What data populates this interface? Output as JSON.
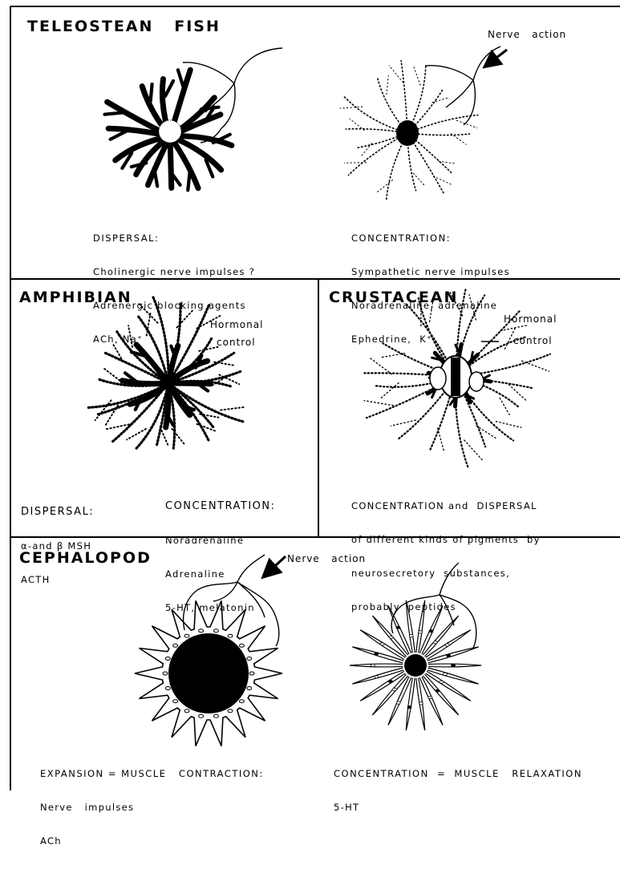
{
  "panels": {
    "teleostean": {
      "title": "TELEOSTEAN   FISH",
      "annotation": "Nerve   action",
      "left_caption": {
        "heading": "DISPERSAL:",
        "lines": [
          "Cholinergic nerve impulses ?",
          "Adrenergic blocking agents",
          "ACh, Na⁺"
        ]
      },
      "right_caption": {
        "heading": "CONCENTRATION:",
        "lines": [
          "Sympathetic nerve impulses",
          "Noradrenaline, adrenaline",
          "Ephedrine,  K⁺"
        ]
      }
    },
    "amphibian": {
      "title": "AMPHIBIAN",
      "annotation_lines": [
        "Hormonal",
        "control"
      ],
      "left_caption": {
        "heading": "DISPERSAL:",
        "lines": [
          "α-and β MSH",
          "ACTH"
        ]
      },
      "right_caption": {
        "heading": "CONCENTRATION:",
        "lines": [
          "Noradrenaline",
          "Adrenaline",
          "5-HT, melatonin"
        ]
      }
    },
    "crustacean": {
      "title": "CRUSTACEAN",
      "annotation_lines": [
        "Hormonal",
        "control"
      ],
      "caption": {
        "lines": [
          "CONCENTRATION and  DISPERSAL",
          "of different kinds of pigments  by",
          "neurosecretory  substances,",
          "probably  peptides"
        ]
      }
    },
    "cephalopod": {
      "title": "CEPHALOPOD",
      "annotation": "Nerve   action",
      "left_caption": {
        "heading": "EXPANSION = MUSCLE   CONTRACTION:",
        "lines": [
          "Nerve   impulses",
          "ACh"
        ]
      },
      "right_caption": {
        "heading": "CONCENTRATION  =  MUSCLE   RELAXATION",
        "lines": [
          "5-HT"
        ]
      }
    }
  }
}
